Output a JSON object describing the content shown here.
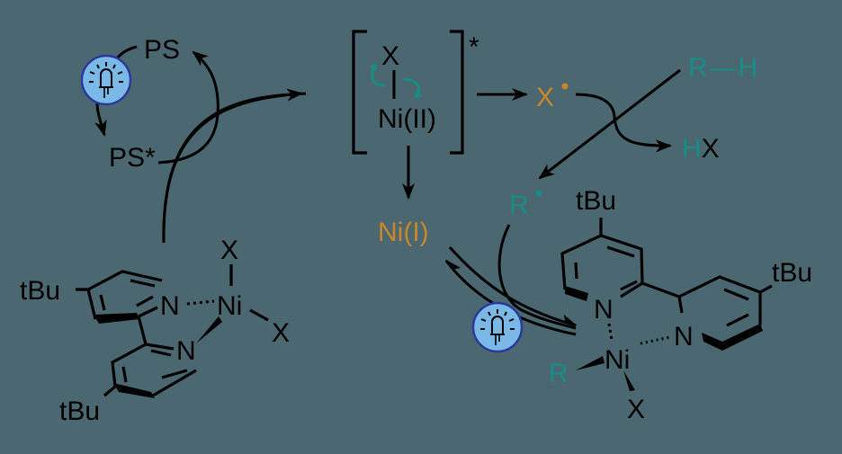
{
  "diagram": {
    "type": "photoredox nickel catalytic cycle",
    "background_color": "#4b6770",
    "colors": {
      "teal": "#1a8c88",
      "orange": "#c9872c",
      "bulb_fill": "#7ab8e8",
      "bulb_stroke": "#2a3a9a"
    },
    "photosensitizer": {
      "ground": "PS",
      "excited": "PS*",
      "light_icon": "led-bulb-icon"
    },
    "excited_complex": {
      "top_atom": "X",
      "metal": "Ni(II)",
      "star": "*"
    },
    "halogen_radical": {
      "atom": "X",
      "dot": "•"
    },
    "substrate": {
      "r": "R",
      "bond": "—",
      "h": "H"
    },
    "byproduct": {
      "h": "H",
      "x": "X"
    },
    "alkyl_radical": {
      "r": "R",
      "dot": "•"
    },
    "nickel_one": "Ni(I)",
    "left_complex": {
      "tbu_top": "tBu",
      "tbu_bottom": "tBu",
      "n1": "N",
      "n2": "N",
      "metal": "Ni",
      "x1": "X",
      "x2": "X"
    },
    "right_complex": {
      "tbu_top": "tBu",
      "tbu_right": "tBu",
      "n1": "N",
      "n2": "N",
      "metal": "Ni",
      "r": "R",
      "x": "X"
    }
  }
}
